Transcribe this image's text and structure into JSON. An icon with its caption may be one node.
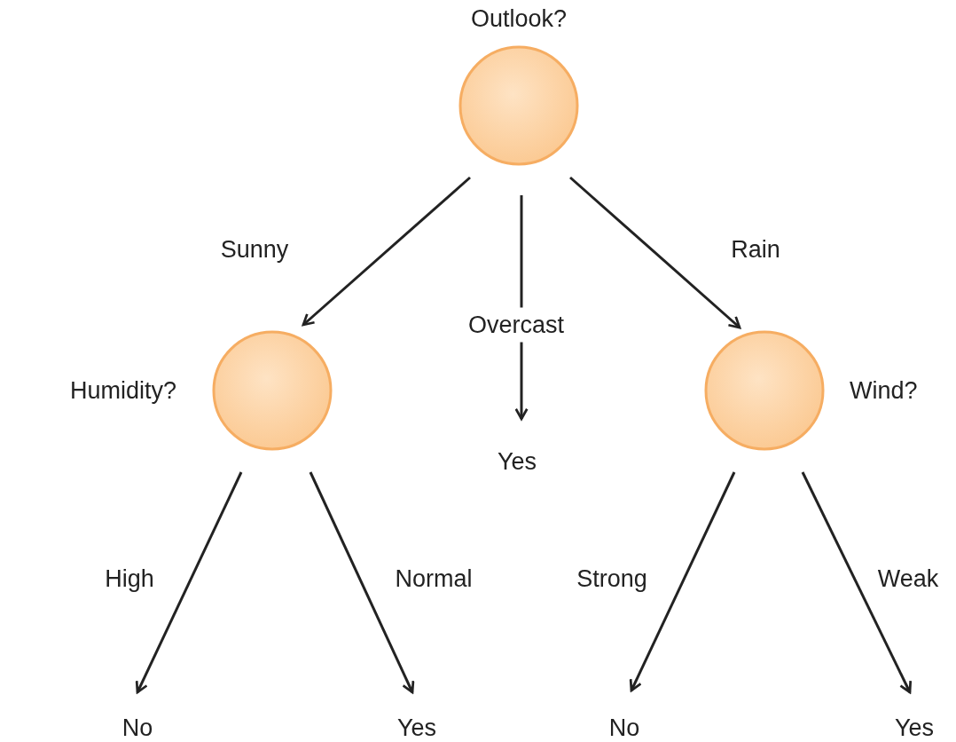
{
  "diagram": {
    "nodes": [
      {
        "text": [
          "Outlook?"
        ]
      },
      {
        "text": [
          "Humidity?"
        ]
      },
      {
        "text": [
          "Yes"
        ]
      },
      {
        "text": [
          "Wind?"
        ]
      },
      {
        "text": [
          "No"
        ]
      },
      {
        "text": [
          "Yes"
        ]
      },
      {
        "text": [
          "No"
        ]
      },
      {
        "text": [
          "Yes"
        ]
      }
    ],
    "edges": [
      {
        "from": 0,
        "to": 1,
        "arrow": "to",
        "label": "Sunny"
      },
      {
        "from": 0,
        "to": 2,
        "arrow": "to",
        "label": "Overcast"
      },
      {
        "from": 0,
        "to": 3,
        "arrow": "to",
        "label": "Rain"
      },
      {
        "from": 1,
        "to": 4,
        "arrow": "to",
        "label": "High"
      },
      {
        "from": 1,
        "to": 5,
        "arrow": "to",
        "label": "Normal"
      },
      {
        "from": 3,
        "to": 6,
        "arrow": "to",
        "label": "Strong"
      },
      {
        "from": 3,
        "to": 7,
        "arrow": "to",
        "label": "Weak"
      }
    ]
  }
}
